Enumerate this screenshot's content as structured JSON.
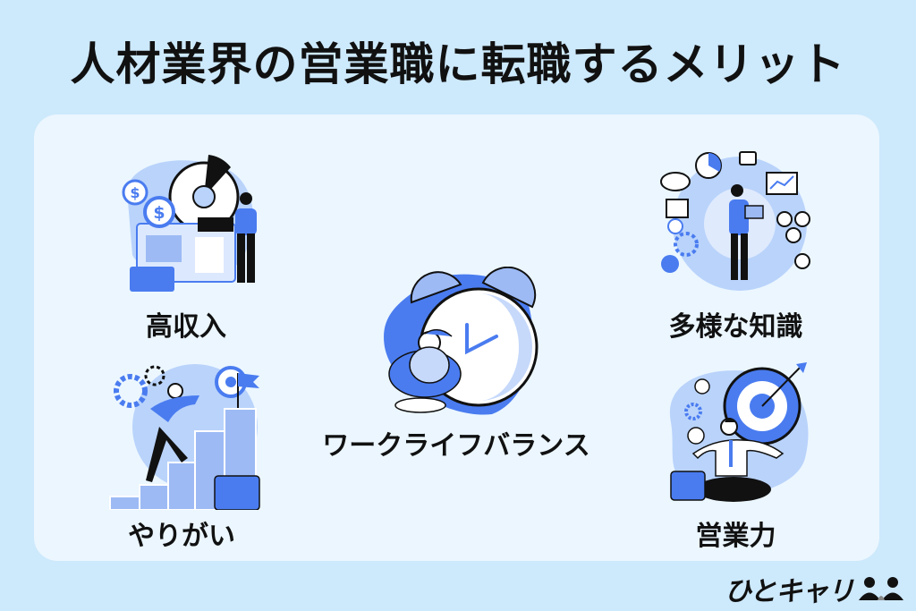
{
  "title": "人材業界の営業職に転職するメリット",
  "colors": {
    "background": "#cde9fc",
    "panel": "#ebf6ff",
    "accent": "#4a7cf0",
    "accent_light": "#b9d3fb",
    "text": "#111111"
  },
  "benefits": [
    {
      "label": "高収入",
      "illustration": "person-with-laptop-bank-coins-icon"
    },
    {
      "label": "多様な知識",
      "illustration": "woman-with-tablet-network-icon"
    },
    {
      "label": "ワークライフバランス",
      "illustration": "person-hugging-alarm-clock-icon"
    },
    {
      "label": "やりがい",
      "illustration": "man-climbing-bar-chart-icon"
    },
    {
      "label": "営業力",
      "illustration": "man-meditating-target-icon"
    }
  ],
  "logo": {
    "text": "ひとキャリ",
    "icon": "two-people-icon"
  }
}
